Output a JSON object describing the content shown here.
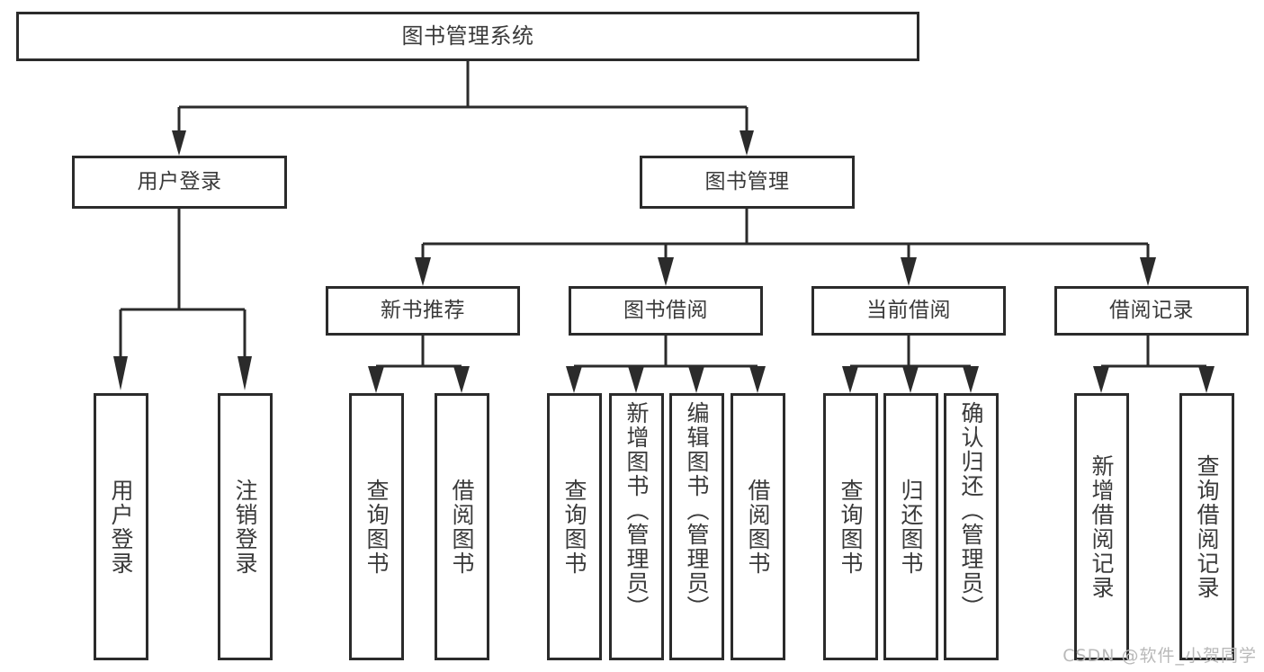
{
  "diagram": {
    "title": "图书管理系统",
    "type": "功能结构图",
    "colors": {
      "box_border": "#2b2b2b",
      "box_fill": "#ffffff",
      "connector": "#2b2b2b",
      "text": "#3a3a3a",
      "watermark": "#b9b9b9",
      "background": "#ffffff"
    },
    "root": {
      "label": "图书管理系统"
    },
    "level1": [
      {
        "label": "用户登录"
      },
      {
        "label": "图书管理"
      }
    ],
    "level2": [
      {
        "label": "新书推荐"
      },
      {
        "label": "图书借阅"
      },
      {
        "label": "当前借阅"
      },
      {
        "label": "借阅记录"
      }
    ],
    "leaves": {
      "user_login": [
        {
          "label": "用户登录"
        },
        {
          "label": "注销登录"
        }
      ],
      "new_book_recommend": [
        {
          "label": "查询图书"
        },
        {
          "label": "借阅图书"
        }
      ],
      "book_borrow": [
        {
          "label": "查询图书"
        },
        {
          "label": "新增图书（管理员）"
        },
        {
          "label": "编辑图书（管理员）"
        },
        {
          "label": "借阅图书"
        }
      ],
      "current_borrow": [
        {
          "label": "查询图书"
        },
        {
          "label": "归还图书"
        },
        {
          "label": "确认归还（管理员）"
        }
      ],
      "borrow_record": [
        {
          "label": "新增借阅记录"
        },
        {
          "label": "查询借阅记录"
        }
      ]
    }
  },
  "watermark": {
    "text": "CSDN @软件_小贺同学"
  }
}
